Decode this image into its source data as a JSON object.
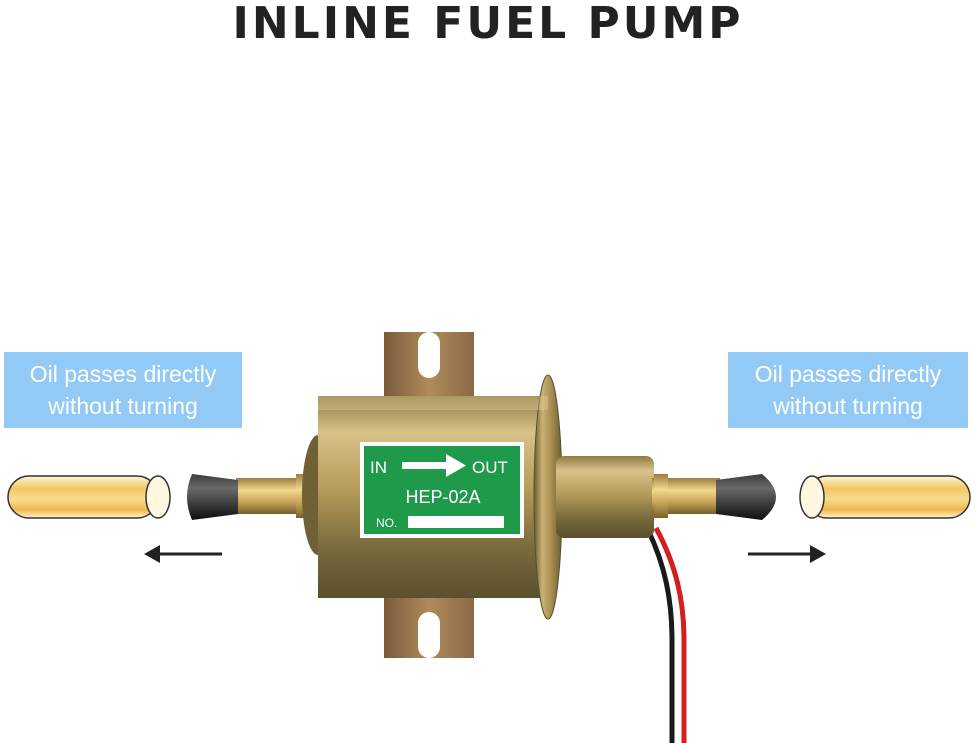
{
  "title": "INLINE FUEL PUMP",
  "callouts": {
    "left": {
      "line1": "Oil passes directly",
      "line2": "without turning"
    },
    "right": {
      "line1": "Oil passes directly",
      "line2": "without turning"
    }
  },
  "pump_label": {
    "in": "IN",
    "out": "OUT",
    "model": "HEP-02A",
    "no": "NO."
  },
  "colors": {
    "callout_bg": "#93c9f5",
    "label_green": "#1f9a4a",
    "body_gold": "#b79a55",
    "wire_red": "#d21f1f",
    "wire_black": "#1a1a1a"
  }
}
